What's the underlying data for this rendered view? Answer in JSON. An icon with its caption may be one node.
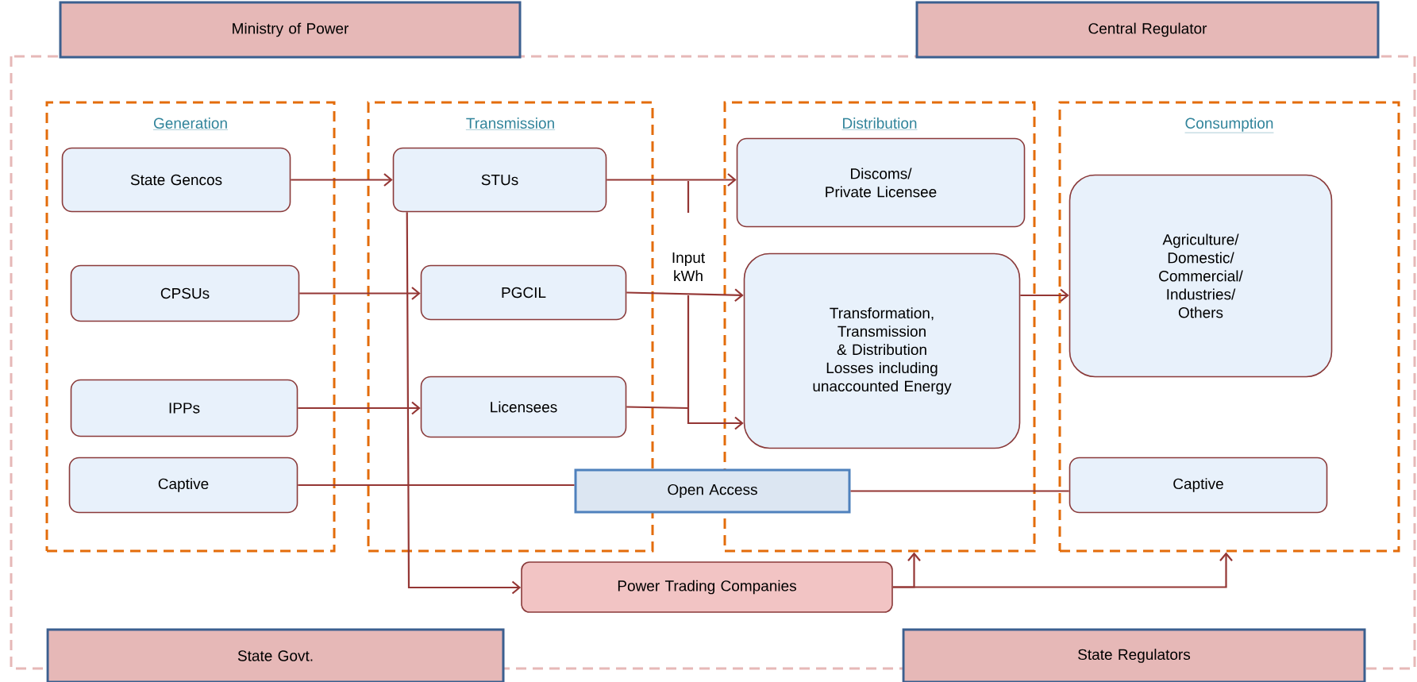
{
  "diagram": {
    "nodes": [
      {
        "text": [
          "Ministry of Power"
        ]
      },
      {
        "text": [
          "Central Regulator"
        ]
      },
      {
        "text": [
          "Generation"
        ]
      },
      {
        "text": [
          "State Gencos"
        ],
        "in": 2
      },
      {
        "text": [
          "CPSUs"
        ],
        "in": 2
      },
      {
        "text": [
          "IPPs"
        ],
        "in": 2
      },
      {
        "text": [
          "Captive"
        ],
        "in": 2
      },
      {
        "text": [
          "Transmission"
        ]
      },
      {
        "text": [
          "STUs"
        ],
        "in": 7
      },
      {
        "text": [
          "PGCIL"
        ],
        "in": 7
      },
      {
        "text": [
          "Licensees"
        ],
        "in": 7
      },
      {
        "text": [
          "Distribution"
        ]
      },
      {
        "text": [
          "Discoms/ Private Licensee"
        ],
        "in": 11
      },
      {
        "text": [
          "Transformation, Transmission & Distribution Losses including unaccounted Energy"
        ],
        "in": 11
      },
      {
        "text": [
          "Consumption"
        ]
      },
      {
        "text": [
          "Agriculture/ Domestic/ Commercial/ Industries/ Others"
        ],
        "in": 14
      },
      {
        "text": [
          "Captive"
        ],
        "in": 14
      },
      {
        "text": [
          "Open Access"
        ]
      },
      {
        "text": [
          "Power Trading Companies"
        ]
      },
      {
        "text": [
          "State Govt."
        ]
      },
      {
        "text": [
          "State Regulators"
        ]
      }
    ],
    "edges": [
      {
        "from": 3,
        "to": 8,
        "arrow": "to"
      },
      {
        "from": 4,
        "to": 9,
        "arrow": "to"
      },
      {
        "from": 5,
        "to": 10,
        "arrow": "to"
      },
      {
        "from": 8,
        "to": 12,
        "arrow": "to"
      },
      {
        "from": 9,
        "to": 13,
        "arrow": "to"
      },
      {
        "from": 10,
        "to": 13,
        "arrow": "to"
      },
      {
        "from": 13,
        "to": 15,
        "arrow": "to"
      },
      {
        "from": 6,
        "to": 17,
        "arrow": "none"
      },
      {
        "from": 17,
        "to": 16,
        "arrow": "none"
      },
      {
        "from": 8,
        "to": 18,
        "arrow": "to"
      },
      {
        "from": 18,
        "to": 11,
        "arrow": "to"
      },
      {
        "from": 18,
        "to": 14,
        "arrow": "to"
      }
    ],
    "labels": [
      "Input kWh"
    ]
  }
}
